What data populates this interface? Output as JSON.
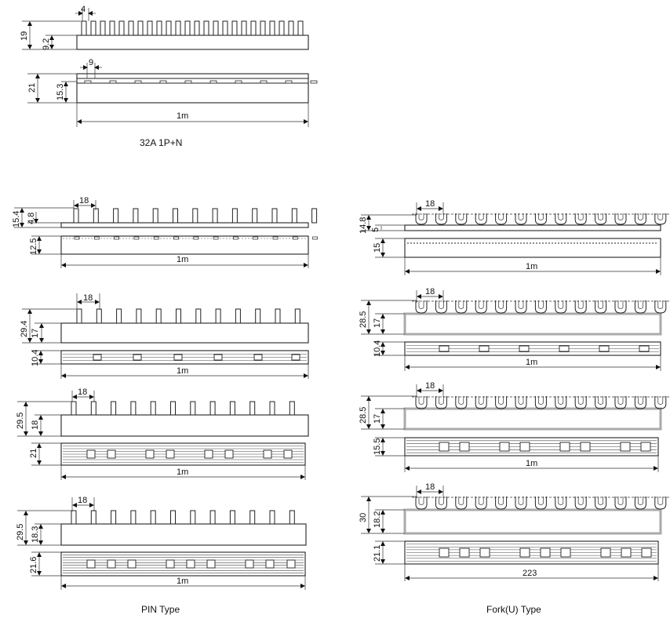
{
  "top": {
    "pitch": "4",
    "pin_total_h": "19",
    "body_h": "9.2",
    "pitch2": "9",
    "side_total_h": "21",
    "side_body_h": "15.3",
    "length": "1m",
    "caption": "32A 1P+N"
  },
  "left": [
    {
      "pitch": "18",
      "h1": "15.4",
      "h2": "4.8",
      "h3": "12.5",
      "length": "1m"
    },
    {
      "pitch": "18",
      "h1": "29.4",
      "h2": "17",
      "h3": "10.4",
      "length": "1m"
    },
    {
      "pitch": "18",
      "h1": "29.5",
      "h2": "18",
      "h3": "21",
      "length": "1m"
    },
    {
      "pitch": "18",
      "h1": "29.5",
      "h2": "18.3",
      "h3": "21.6",
      "length": "1m"
    }
  ],
  "right": [
    {
      "pitch": "18",
      "h1": "14.8",
      "h2": "5",
      "h3": "15",
      "length": "1m"
    },
    {
      "pitch": "18",
      "h1": "28.5",
      "h2": "17",
      "h3": "10.4",
      "length": "1m"
    },
    {
      "pitch": "18",
      "h1": "28.5",
      "h2": "17",
      "h3": "15.5",
      "length": "1m"
    },
    {
      "pitch": "18",
      "h1": "30",
      "h2": "18.2",
      "h3": "21.1",
      "length": "223"
    }
  ],
  "captions": {
    "pin": "PIN Type",
    "fork": "Fork(U) Type"
  }
}
